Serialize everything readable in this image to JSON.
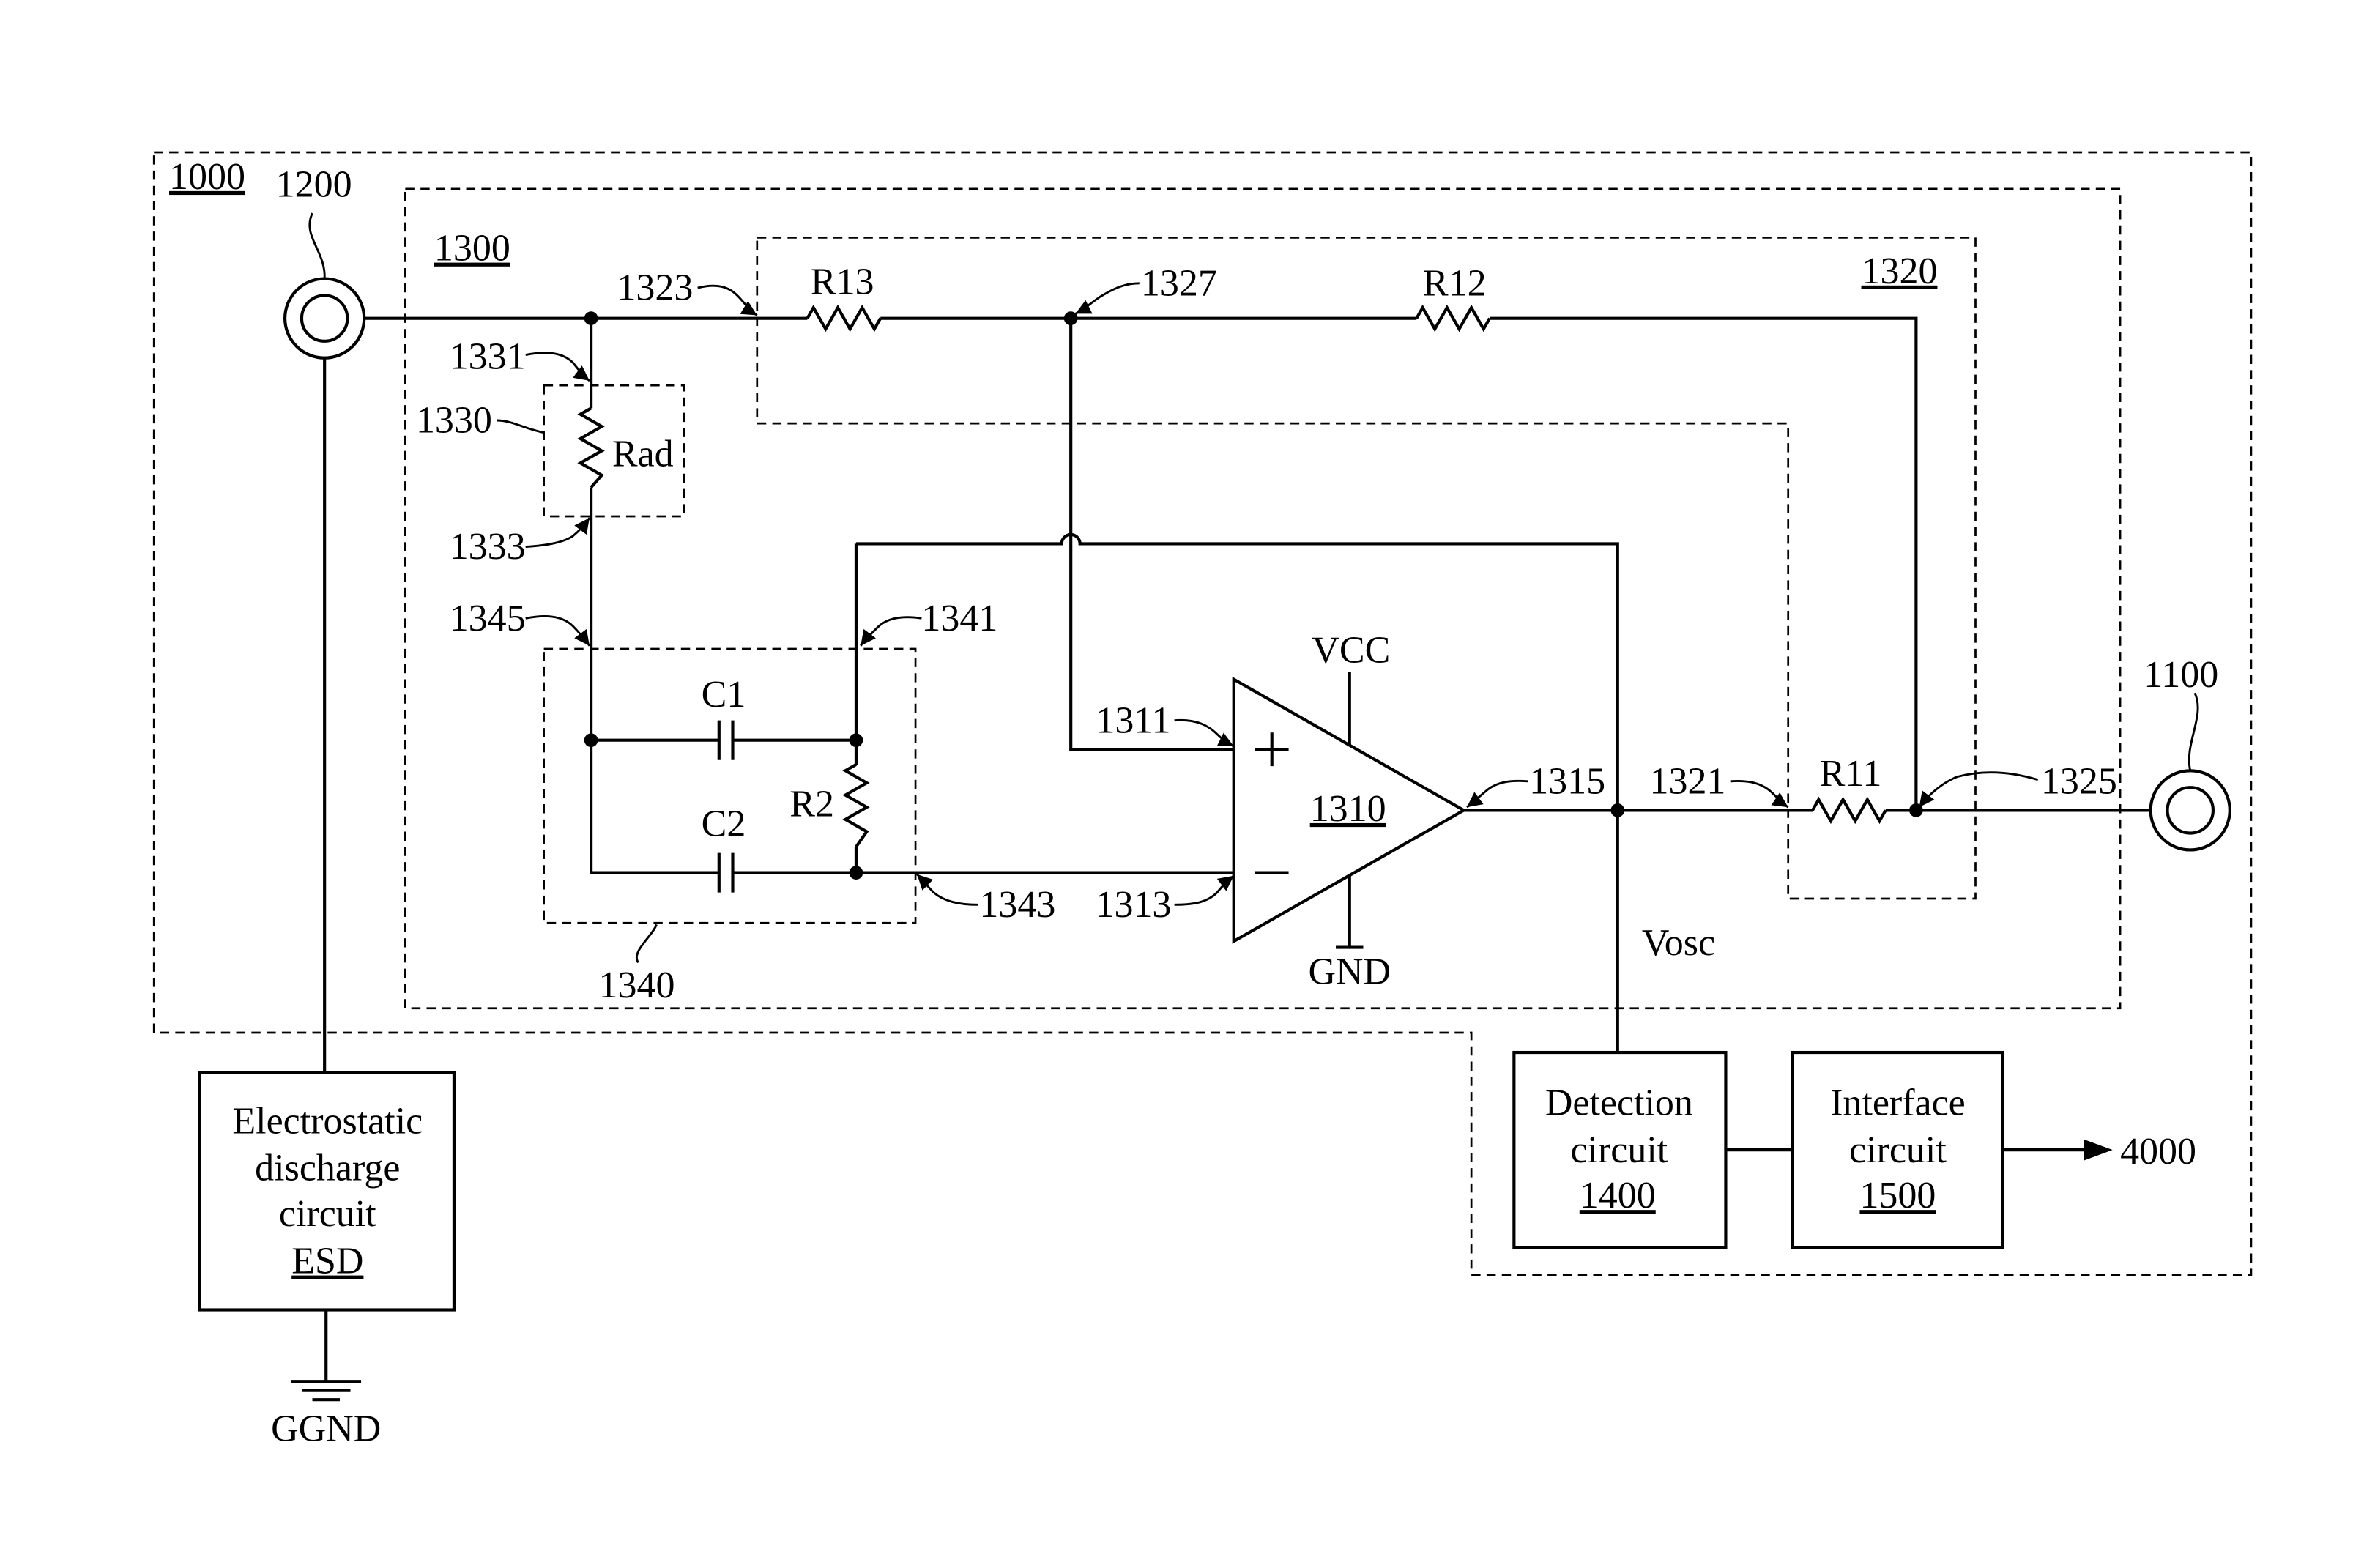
{
  "labels": {
    "system": "1000",
    "connector_1200": "1200",
    "circuit_1300": "1300",
    "node_1323": "1323",
    "r13": "R13",
    "node_1327": "1327",
    "r12": "R12",
    "network_1320": "1320",
    "node_1331": "1331",
    "block_1330": "1330",
    "rad": "Rad",
    "node_1333": "1333",
    "node_1345": "1345",
    "node_1341": "1341",
    "c1": "C1",
    "r2": "R2",
    "c2": "C2",
    "network_1340": "1340",
    "node_1343": "1343",
    "node_1311": "1311",
    "vcc": "VCC",
    "opamp_1310": "1310",
    "node_1313": "1313",
    "gnd": "GND",
    "node_1315": "1315",
    "node_1321": "1321",
    "r11": "R11",
    "node_1325": "1325",
    "connector_1100": "1100",
    "vosc": "Vosc"
  },
  "blocks": {
    "detection": {
      "line1": "Detection",
      "line2": "circuit",
      "ref": "1400"
    },
    "interface": {
      "line1": "Interface",
      "line2": "circuit",
      "ref": "1500"
    },
    "output_target": "4000",
    "esd": {
      "line1": "Electrostatic",
      "line2": "discharge",
      "line3": "circuit",
      "ref": "ESD"
    },
    "ground": "GGND"
  },
  "colors": {
    "ink": "#000000",
    "background": "#ffffff"
  }
}
